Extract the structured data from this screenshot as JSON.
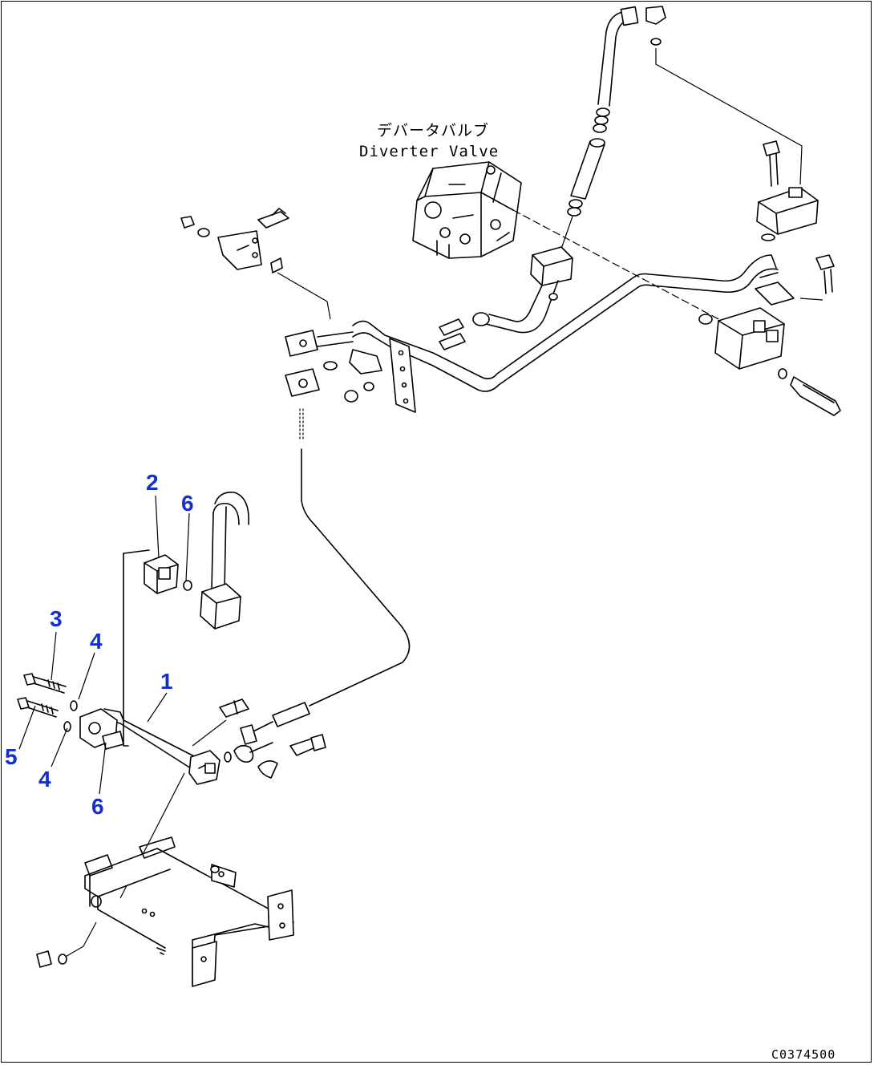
{
  "diagram": {
    "label_jp": "デバータバルブ",
    "label_en": "Diverter Valve",
    "drawing_code": "C0374500"
  },
  "callouts": [
    {
      "id": "1",
      "text": "1"
    },
    {
      "id": "2",
      "text": "2"
    },
    {
      "id": "3",
      "text": "3"
    },
    {
      "id": "4a",
      "text": "4"
    },
    {
      "id": "4b",
      "text": "4"
    },
    {
      "id": "5",
      "text": "5"
    },
    {
      "id": "6a",
      "text": "6"
    },
    {
      "id": "6b",
      "text": "6"
    }
  ],
  "colors": {
    "callout": "#1530c8",
    "line": "#000000",
    "background": "#ffffff"
  }
}
